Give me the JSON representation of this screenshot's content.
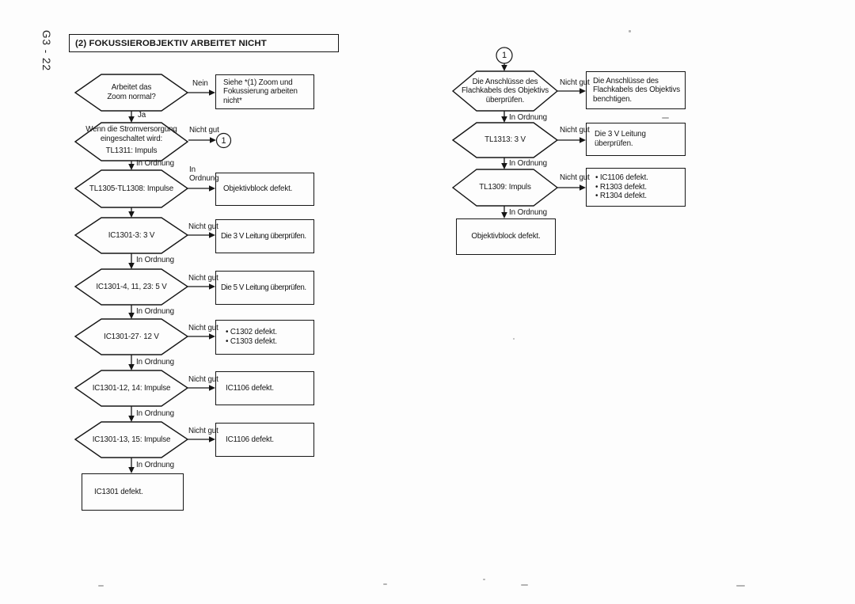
{
  "page_label": "G3 - 22",
  "title": "(2) FOKUSSIEROBJEKTIV ARBEITET NICHT",
  "connector_badge": "1",
  "edge_labels": {
    "ja": "Ja",
    "nein": "Nein",
    "nicht_gut": "Nicht gut",
    "in_ordnung": "In Ordnung",
    "in_ordnung_l1": "In",
    "in_ordnung_l2": "Ordnung"
  },
  "left_flow": {
    "q_zoom": "Arbeitet das\nZoom normal?",
    "r_zoom_ref": "Siehe *(1) Zoom und\nFokussierung arbeiten\nnicht*",
    "q_power": "Wenn die Stromversorgung\neingeschaltet wird:",
    "q_power_signal": "TL1311: Impuls",
    "q_tl1305": "TL1305-TL1308: Impulse",
    "r_objektivblock": "Objektivblock defekt.",
    "q_ic1301_3": "IC1301-3: 3 V",
    "r_leitung3v": "Die 3 V Leitung überprüfen.",
    "q_ic1301_4": "IC1301-4, 11, 23: 5 V",
    "r_leitung5v": "Die 5 V Leitung überprüfen.",
    "q_ic1301_27": "IC1301-27· 12 V",
    "r_c1302": "• C1302 defekt.\n• C1303 defekt.",
    "q_ic1301_12": "IC1301-12, 14: Impulse",
    "r_ic1106_a": "IC1106 defekt.",
    "q_ic1301_13": "IC1301-13, 15: Impulse",
    "r_ic1106_b": "IC1106 defekt.",
    "end_ic1301": "IC1301 defekt."
  },
  "right_flow": {
    "q_flachkabel": "Die Anschlüsse des\nFlachkabels des Objektivs\nüberprüfen.",
    "r_flachkabel": "Die Anschlüsse des\nFlachkabels des Objektivs\nbenchtigen.",
    "q_tl1313": "TL1313: 3 V",
    "r_leitung3v": "Die 3 V Leitung\nüberprüfen.",
    "q_tl1309": "TL1309: Impuls",
    "r_defekt_list": "• IC1106 defekt.\n• R1303 defekt.\n• R1304 defekt.",
    "end_objektivblock": "Objektivblock defekt."
  }
}
